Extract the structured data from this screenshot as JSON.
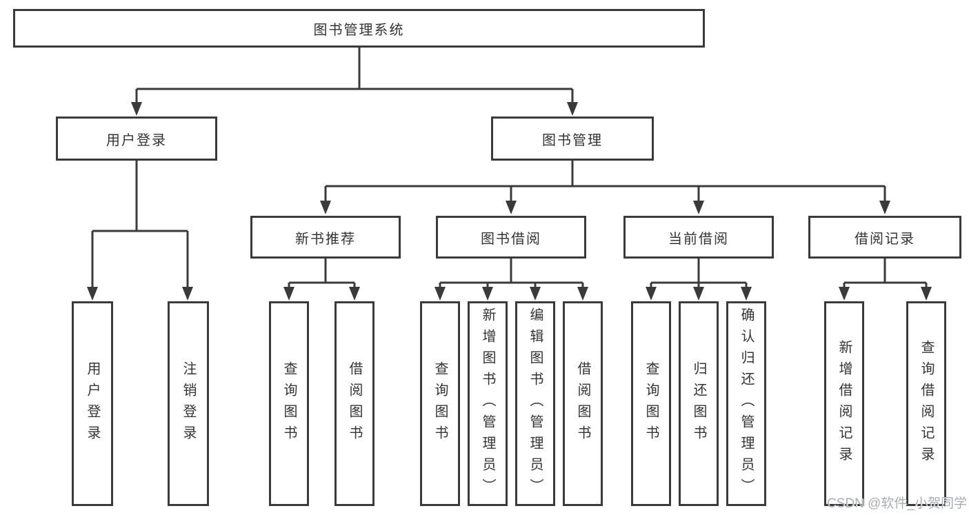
{
  "nodes": {
    "root": "图书管理系统",
    "level2": [
      "用户登录",
      "图书管理"
    ],
    "level3": [
      "新书推荐",
      "图书借阅",
      "当前借阅",
      "借阅记录"
    ]
  },
  "leaves": {
    "user_login": [
      "用户登录",
      "注销登录"
    ],
    "new_book_recommendation": [
      "查询图书",
      "借阅图书"
    ],
    "book_borrowing": [
      "查询图书",
      "新增图书（管理员）",
      "编辑图书（管理员）",
      "借阅图书"
    ],
    "current_borrowing": [
      "查询图书",
      "归还图书",
      "确认归还（管理员）"
    ],
    "borrowing_records": [
      "新增借阅记录",
      "查询借阅记录"
    ]
  },
  "watermark": "CSDN @软件_小贺同学",
  "colors": {
    "line": "#3a3a3a",
    "box_border": "#3a3a3a",
    "box_fill": "#ffffff",
    "text": "#333333",
    "watermark": "#aaadb0",
    "background": "#ffffff"
  }
}
